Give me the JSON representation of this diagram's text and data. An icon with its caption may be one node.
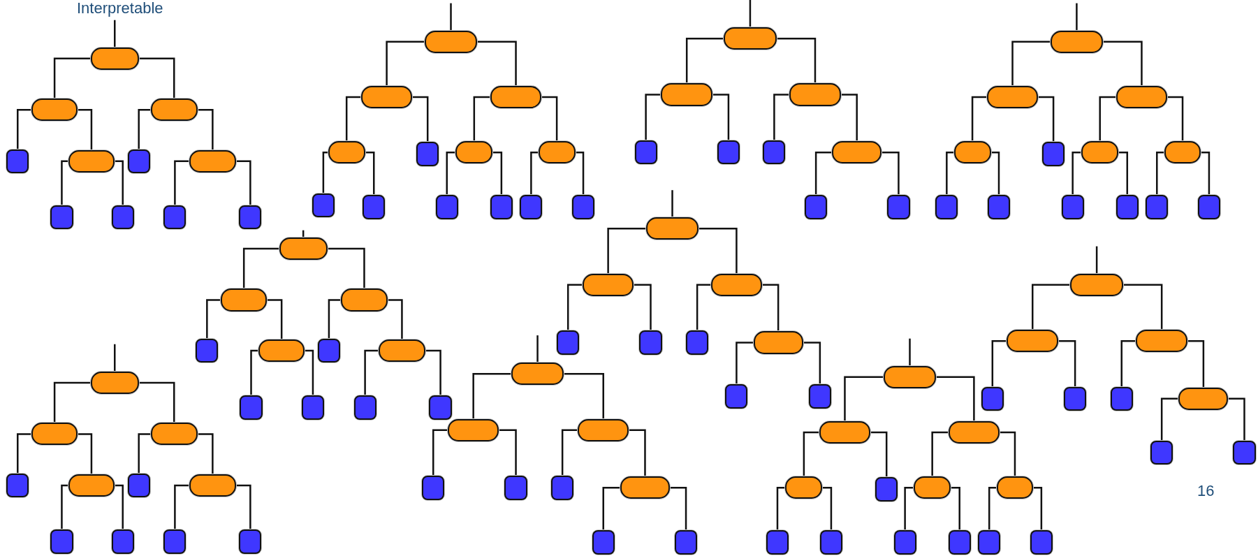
{
  "diagram": {
    "title": "Interpretable",
    "nodes": [
      {
        "text": [],
        "shape": "box"
      },
      {
        "text": [],
        "shape": "box"
      },
      {
        "text": [],
        "shape": "box"
      },
      {
        "text": [],
        "shape": "square"
      },
      {
        "text": [],
        "shape": "box"
      },
      {
        "text": [],
        "shape": "square"
      },
      {
        "text": [],
        "shape": "box"
      },
      {
        "text": [],
        "shape": "square"
      },
      {
        "text": [],
        "shape": "square"
      },
      {
        "text": [],
        "shape": "square"
      },
      {
        "text": [],
        "shape": "square"
      },
      {
        "text": [],
        "shape": "box"
      },
      {
        "text": [],
        "shape": "box"
      },
      {
        "text": [],
        "shape": "box"
      },
      {
        "text": [],
        "shape": "box"
      },
      {
        "text": [],
        "shape": "square"
      },
      {
        "text": [],
        "shape": "box"
      },
      {
        "text": [],
        "shape": "box"
      },
      {
        "text": [],
        "shape": "square"
      },
      {
        "text": [],
        "shape": "square"
      },
      {
        "text": [],
        "shape": "square"
      },
      {
        "text": [],
        "shape": "square"
      },
      {
        "text": [],
        "shape": "square"
      },
      {
        "text": [],
        "shape": "square"
      },
      {
        "text": [],
        "shape": "box"
      },
      {
        "text": [],
        "shape": "box"
      },
      {
        "text": [],
        "shape": "box"
      },
      {
        "text": [],
        "shape": "square"
      },
      {
        "text": [],
        "shape": "square"
      },
      {
        "text": [],
        "shape": "square"
      },
      {
        "text": [],
        "shape": "box"
      },
      {
        "text": [],
        "shape": "square"
      },
      {
        "text": [],
        "shape": "square"
      },
      {
        "text": [],
        "shape": "box"
      },
      {
        "text": [],
        "shape": "box"
      },
      {
        "text": [],
        "shape": "box"
      },
      {
        "text": [],
        "shape": "box"
      },
      {
        "text": [],
        "shape": "square"
      },
      {
        "text": [],
        "shape": "box"
      },
      {
        "text": [],
        "shape": "box"
      },
      {
        "text": [],
        "shape": "square"
      },
      {
        "text": [],
        "shape": "square"
      },
      {
        "text": [],
        "shape": "square"
      },
      {
        "text": [],
        "shape": "square"
      },
      {
        "text": [],
        "shape": "square"
      },
      {
        "text": [],
        "shape": "square"
      },
      {
        "text": [],
        "shape": "box"
      },
      {
        "text": [],
        "shape": "box"
      },
      {
        "text": [],
        "shape": "box"
      },
      {
        "text": [],
        "shape": "square"
      },
      {
        "text": [],
        "shape": "box"
      },
      {
        "text": [],
        "shape": "square"
      },
      {
        "text": [],
        "shape": "box"
      },
      {
        "text": [],
        "shape": "square"
      },
      {
        "text": [],
        "shape": "square"
      },
      {
        "text": [],
        "shape": "square"
      },
      {
        "text": [],
        "shape": "square"
      },
      {
        "text": [],
        "shape": "box"
      },
      {
        "text": [],
        "shape": "box"
      },
      {
        "text": [],
        "shape": "box"
      },
      {
        "text": [],
        "shape": "square"
      },
      {
        "text": [],
        "shape": "square"
      },
      {
        "text": [],
        "shape": "square"
      },
      {
        "text": [],
        "shape": "box"
      },
      {
        "text": [],
        "shape": "square"
      },
      {
        "text": [],
        "shape": "square"
      },
      {
        "text": [],
        "shape": "box"
      },
      {
        "text": [],
        "shape": "box"
      },
      {
        "text": [],
        "shape": "box"
      },
      {
        "text": [],
        "shape": "square"
      },
      {
        "text": [],
        "shape": "square"
      },
      {
        "text": [],
        "shape": "square"
      },
      {
        "text": [],
        "shape": "box"
      },
      {
        "text": [],
        "shape": "square"
      },
      {
        "text": [],
        "shape": "square"
      },
      {
        "text": [],
        "shape": "box"
      },
      {
        "text": [],
        "shape": "box"
      },
      {
        "text": [],
        "shape": "box"
      },
      {
        "text": [],
        "shape": "box"
      },
      {
        "text": [],
        "shape": "square"
      },
      {
        "text": [],
        "shape": "box"
      },
      {
        "text": [],
        "shape": "box"
      },
      {
        "text": [],
        "shape": "square"
      },
      {
        "text": [],
        "shape": "square"
      },
      {
        "text": [],
        "shape": "square"
      },
      {
        "text": [],
        "shape": "square"
      },
      {
        "text": [],
        "shape": "square"
      },
      {
        "text": [],
        "shape": "square"
      },
      {
        "text": [],
        "shape": "box"
      },
      {
        "text": [],
        "shape": "box"
      },
      {
        "text": [],
        "shape": "box"
      },
      {
        "text": [],
        "shape": "square"
      },
      {
        "text": [],
        "shape": "box"
      },
      {
        "text": [],
        "shape": "square"
      },
      {
        "text": [],
        "shape": "box"
      },
      {
        "text": [],
        "shape": "square"
      },
      {
        "text": [],
        "shape": "square"
      },
      {
        "text": [],
        "shape": "square"
      },
      {
        "text": [],
        "shape": "square"
      },
      {
        "text": [],
        "shape": "box"
      },
      {
        "text": [],
        "shape": "box"
      },
      {
        "text": [],
        "shape": "box"
      },
      {
        "text": [],
        "shape": "square"
      },
      {
        "text": [],
        "shape": "square"
      },
      {
        "text": [],
        "shape": "square"
      },
      {
        "text": [],
        "shape": "box"
      },
      {
        "text": [],
        "shape": "square"
      },
      {
        "text": [],
        "shape": "square"
      }
    ],
    "edges": [
      {
        "from": null,
        "to": 0,
        "arrow": "none"
      },
      {
        "from": 0,
        "to": 1,
        "arrow": "none"
      },
      {
        "from": 0,
        "to": 2,
        "arrow": "none"
      },
      {
        "from": 1,
        "to": 3,
        "arrow": "none"
      },
      {
        "from": 1,
        "to": 4,
        "arrow": "none"
      },
      {
        "from": 2,
        "to": 5,
        "arrow": "none"
      },
      {
        "from": 2,
        "to": 6,
        "arrow": "none"
      },
      {
        "from": 4,
        "to": 7,
        "arrow": "none"
      },
      {
        "from": 4,
        "to": 8,
        "arrow": "none"
      },
      {
        "from": 6,
        "to": 9,
        "arrow": "none"
      },
      {
        "from": 6,
        "to": 10,
        "arrow": "none"
      },
      {
        "from": null,
        "to": 11,
        "arrow": "none"
      },
      {
        "from": 11,
        "to": 12,
        "arrow": "none"
      },
      {
        "from": 11,
        "to": 13,
        "arrow": "none"
      },
      {
        "from": 12,
        "to": 14,
        "arrow": "none"
      },
      {
        "from": 12,
        "to": 15,
        "arrow": "none"
      },
      {
        "from": 13,
        "to": 16,
        "arrow": "none"
      },
      {
        "from": 13,
        "to": 17,
        "arrow": "none"
      },
      {
        "from": 14,
        "to": 18,
        "arrow": "none"
      },
      {
        "from": 14,
        "to": 19,
        "arrow": "none"
      },
      {
        "from": 16,
        "to": 20,
        "arrow": "none"
      },
      {
        "from": 16,
        "to": 21,
        "arrow": "none"
      },
      {
        "from": 17,
        "to": 22,
        "arrow": "none"
      },
      {
        "from": 17,
        "to": 23,
        "arrow": "none"
      },
      {
        "from": null,
        "to": 24,
        "arrow": "none"
      },
      {
        "from": 24,
        "to": 25,
        "arrow": "none"
      },
      {
        "from": 24,
        "to": 26,
        "arrow": "none"
      },
      {
        "from": 25,
        "to": 27,
        "arrow": "none"
      },
      {
        "from": 25,
        "to": 28,
        "arrow": "none"
      },
      {
        "from": 26,
        "to": 29,
        "arrow": "none"
      },
      {
        "from": 26,
        "to": 30,
        "arrow": "none"
      },
      {
        "from": 30,
        "to": 31,
        "arrow": "none"
      },
      {
        "from": 30,
        "to": 32,
        "arrow": "none"
      },
      {
        "from": null,
        "to": 33,
        "arrow": "none"
      },
      {
        "from": 33,
        "to": 34,
        "arrow": "none"
      },
      {
        "from": 33,
        "to": 35,
        "arrow": "none"
      },
      {
        "from": 34,
        "to": 36,
        "arrow": "none"
      },
      {
        "from": 34,
        "to": 37,
        "arrow": "none"
      },
      {
        "from": 35,
        "to": 38,
        "arrow": "none"
      },
      {
        "from": 35,
        "to": 39,
        "arrow": "none"
      },
      {
        "from": 36,
        "to": 40,
        "arrow": "none"
      },
      {
        "from": 36,
        "to": 41,
        "arrow": "none"
      },
      {
        "from": 38,
        "to": 42,
        "arrow": "none"
      },
      {
        "from": 38,
        "to": 43,
        "arrow": "none"
      },
      {
        "from": 39,
        "to": 44,
        "arrow": "none"
      },
      {
        "from": 39,
        "to": 45,
        "arrow": "none"
      },
      {
        "from": null,
        "to": 46,
        "arrow": "none"
      },
      {
        "from": 46,
        "to": 47,
        "arrow": "none"
      },
      {
        "from": 46,
        "to": 48,
        "arrow": "none"
      },
      {
        "from": 47,
        "to": 49,
        "arrow": "none"
      },
      {
        "from": 47,
        "to": 50,
        "arrow": "none"
      },
      {
        "from": 48,
        "to": 51,
        "arrow": "none"
      },
      {
        "from": 48,
        "to": 52,
        "arrow": "none"
      },
      {
        "from": 50,
        "to": 53,
        "arrow": "none"
      },
      {
        "from": 50,
        "to": 54,
        "arrow": "none"
      },
      {
        "from": 52,
        "to": 55,
        "arrow": "none"
      },
      {
        "from": 52,
        "to": 56,
        "arrow": "none"
      },
      {
        "from": null,
        "to": 57,
        "arrow": "none"
      },
      {
        "from": 57,
        "to": 58,
        "arrow": "none"
      },
      {
        "from": 57,
        "to": 59,
        "arrow": "none"
      },
      {
        "from": 58,
        "to": 60,
        "arrow": "none"
      },
      {
        "from": 58,
        "to": 61,
        "arrow": "none"
      },
      {
        "from": 59,
        "to": 62,
        "arrow": "none"
      },
      {
        "from": 59,
        "to": 63,
        "arrow": "none"
      },
      {
        "from": 63,
        "to": 64,
        "arrow": "none"
      },
      {
        "from": 63,
        "to": 65,
        "arrow": "none"
      },
      {
        "from": null,
        "to": 66,
        "arrow": "none"
      },
      {
        "from": 66,
        "to": 67,
        "arrow": "none"
      },
      {
        "from": 66,
        "to": 68,
        "arrow": "none"
      },
      {
        "from": 67,
        "to": 69,
        "arrow": "none"
      },
      {
        "from": 67,
        "to": 70,
        "arrow": "none"
      },
      {
        "from": 68,
        "to": 71,
        "arrow": "none"
      },
      {
        "from": 68,
        "to": 72,
        "arrow": "none"
      },
      {
        "from": 72,
        "to": 73,
        "arrow": "none"
      },
      {
        "from": 72,
        "to": 74,
        "arrow": "none"
      },
      {
        "from": null,
        "to": 75,
        "arrow": "none"
      },
      {
        "from": 75,
        "to": 76,
        "arrow": "none"
      },
      {
        "from": 75,
        "to": 77,
        "arrow": "none"
      },
      {
        "from": 76,
        "to": 78,
        "arrow": "none"
      },
      {
        "from": 76,
        "to": 79,
        "arrow": "none"
      },
      {
        "from": 77,
        "to": 80,
        "arrow": "none"
      },
      {
        "from": 77,
        "to": 81,
        "arrow": "none"
      },
      {
        "from": 78,
        "to": 82,
        "arrow": "none"
      },
      {
        "from": 78,
        "to": 83,
        "arrow": "none"
      },
      {
        "from": 80,
        "to": 84,
        "arrow": "none"
      },
      {
        "from": 80,
        "to": 85,
        "arrow": "none"
      },
      {
        "from": 81,
        "to": 86,
        "arrow": "none"
      },
      {
        "from": 81,
        "to": 87,
        "arrow": "none"
      },
      {
        "from": null,
        "to": 88,
        "arrow": "none"
      },
      {
        "from": 88,
        "to": 89,
        "arrow": "none"
      },
      {
        "from": 88,
        "to": 90,
        "arrow": "none"
      },
      {
        "from": 89,
        "to": 91,
        "arrow": "none"
      },
      {
        "from": 89,
        "to": 92,
        "arrow": "none"
      },
      {
        "from": 90,
        "to": 93,
        "arrow": "none"
      },
      {
        "from": 90,
        "to": 94,
        "arrow": "none"
      },
      {
        "from": 92,
        "to": 95,
        "arrow": "none"
      },
      {
        "from": 92,
        "to": 96,
        "arrow": "none"
      },
      {
        "from": 94,
        "to": 97,
        "arrow": "none"
      },
      {
        "from": 94,
        "to": 98,
        "arrow": "none"
      },
      {
        "from": null,
        "to": 99,
        "arrow": "none"
      },
      {
        "from": 99,
        "to": 100,
        "arrow": "none"
      },
      {
        "from": 99,
        "to": 101,
        "arrow": "none"
      },
      {
        "from": 100,
        "to": 102,
        "arrow": "none"
      },
      {
        "from": 100,
        "to": 103,
        "arrow": "none"
      },
      {
        "from": 101,
        "to": 104,
        "arrow": "none"
      },
      {
        "from": 101,
        "to": 105,
        "arrow": "none"
      },
      {
        "from": 105,
        "to": 106,
        "arrow": "none"
      },
      {
        "from": 105,
        "to": 107,
        "arrow": "none"
      }
    ],
    "labels": [
      "16"
    ]
  }
}
